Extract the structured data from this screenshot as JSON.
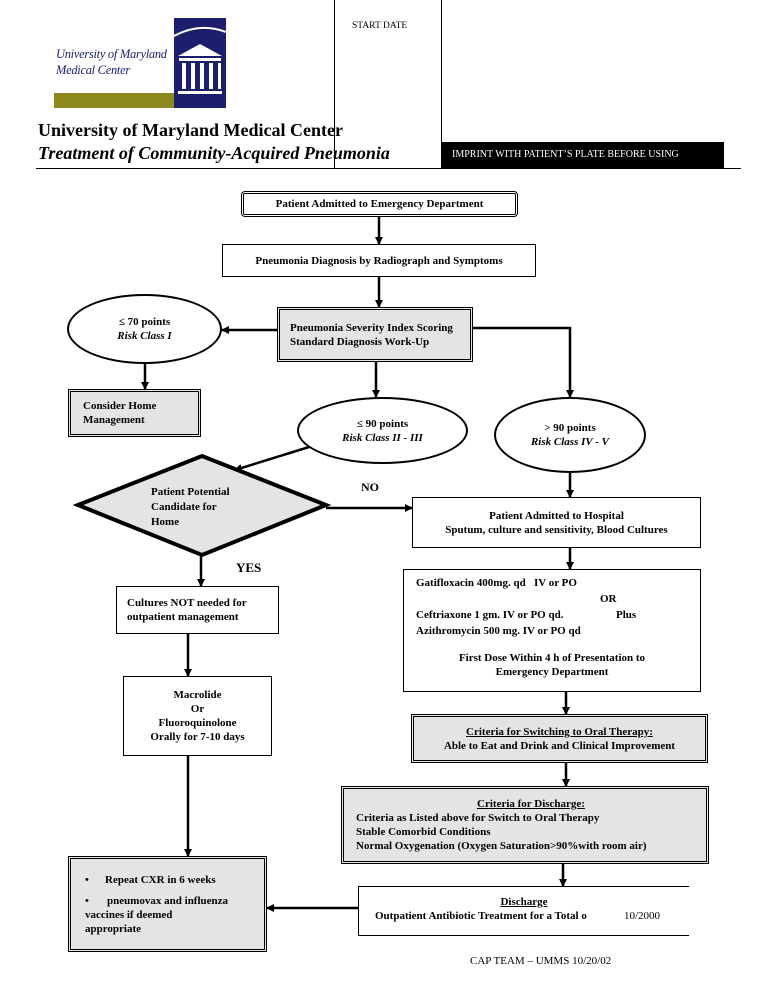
{
  "header": {
    "logo_text_1": "University of Maryland",
    "logo_text_2": "Medical Center",
    "title": "University of Maryland Medical Center",
    "subtitle": "Treatment of Community-Acquired Pneumonia",
    "start_date_label": "START DATE",
    "imprint_label": "IMPRINT WITH PATIENT’S PLATE BEFORE USING",
    "colors": {
      "navy": "#1b1f6e",
      "olive": "#8c8a1e",
      "black": "#000000",
      "gray": "#e4e4e4"
    }
  },
  "flow": {
    "admitted_ed": "Patient Admitted to Emergency Department",
    "diagnosis": "Pneumonia Diagnosis by Radiograph and Symptoms",
    "psi_line1": "Pneumonia Severity Index Scoring",
    "psi_line2": "Standard Diagnosis Work-Up",
    "class1_points": "≤ 70 points",
    "class1_label": "Risk Class I",
    "home_mgmt_line1": "Consider Home",
    "home_mgmt_line2": "Management",
    "class23_points": "≤ 90 points",
    "class23_label": "Risk Class II - III",
    "class45_points": "> 90 points",
    "class45_label": "Risk Class IV - V",
    "candidate_line1": "Patient Potential",
    "candidate_line2": "Candidate for",
    "candidate_line3": "Home",
    "no_label": "NO",
    "yes_label": "YES",
    "admitted_hosp_line1": "Patient Admitted to Hospital",
    "admitted_hosp_line2": "Sputum, culture and sensitivity, Blood Cultures",
    "cultures_line1": "Cultures NOT needed for",
    "cultures_line2": "outpatient management",
    "regimen_line1": "Gatifloxacin 400mg. qd   IV or PO",
    "regimen_or": "OR",
    "regimen_line2": "Ceftriaxone 1 gm. IV or PO qd.",
    "regimen_plus": "Plus",
    "regimen_line3": "Azithromycin 500 mg. IV or PO qd",
    "first_dose_line1": "First Dose Within 4 h of Presentation to",
    "first_dose_line2": "Emergency Department",
    "macro_line1": "Macrolide",
    "macro_line2": "Or",
    "macro_line3": "Fluoroquinolone",
    "macro_line4": "Orally for 7-10 days",
    "oral_title": "Criteria for Switching to Oral Therapy:",
    "oral_body": "Able to Eat and Drink and Clinical Improvement",
    "discharge_crit_title": "Criteria for Discharge:",
    "discharge_crit_1": "Criteria as Listed above for Switch to Oral Therapy",
    "discharge_crit_2": "Stable Comorbid Conditions",
    "discharge_crit_3": "Normal Oxygenation (Oxygen Saturation>90%with room air)",
    "followup_1": "Repeat CXR in 6 weeks",
    "followup_2a": "pneumovax and influenza",
    "followup_2b": "vaccines if deemed",
    "followup_2c": "appropriate",
    "discharge_title": "Discharge",
    "discharge_body": "Outpatient Antibiotic Treatment for a Total o",
    "discharge_date": "10/2000"
  },
  "footer": {
    "team": "CAP TEAM – UMMS 10/20/02"
  }
}
